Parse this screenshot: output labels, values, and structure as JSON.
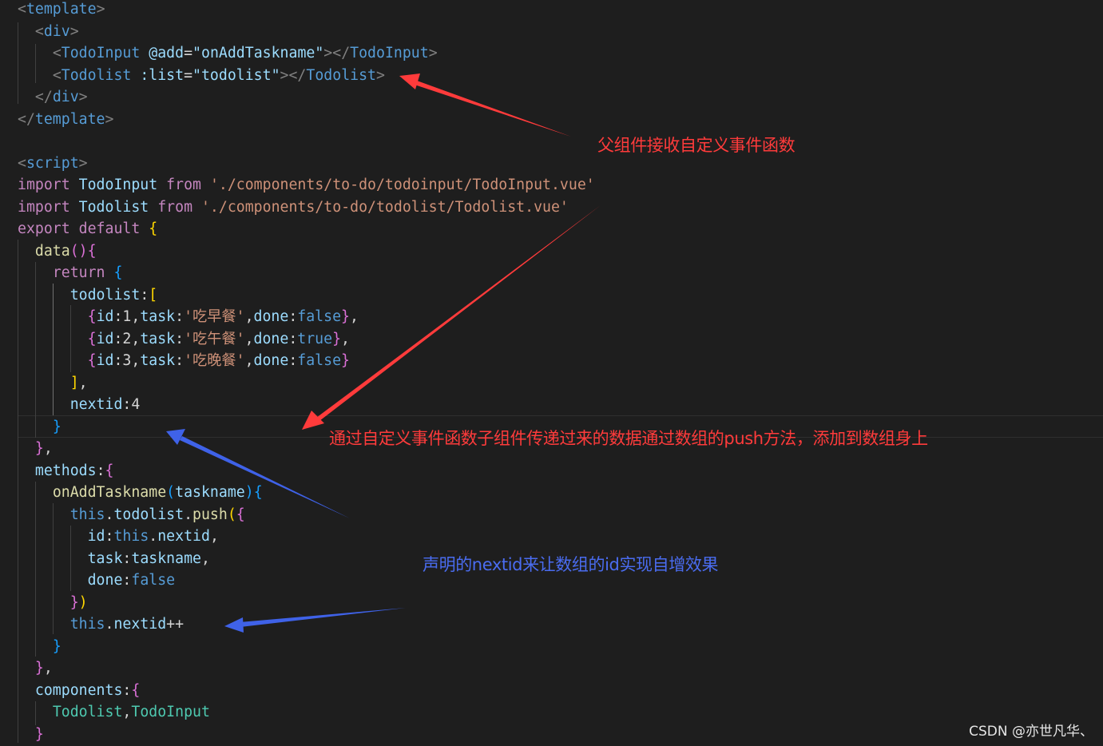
{
  "colors": {
    "tag_bracket": "#808080",
    "tag_name": "#569cd6",
    "attribute": "#9cdcfe",
    "string": "#ce9178",
    "keyword": "#c586c0",
    "identifier": "#9cdcfe",
    "function": "#dcdcaa",
    "component": "#4ec9b0",
    "boolean": "#569cd6",
    "number": "#b5cea8",
    "bracket_gold": "#ffd700",
    "bracket_pink": "#da70d6",
    "bracket_blue": "#179fff",
    "annotation_red": "#ff3b3b",
    "annotation_blue": "#4a6cf0"
  },
  "code_lines": [
    [
      [
        "<",
        "p"
      ],
      [
        "template",
        "t"
      ],
      [
        ">",
        "p"
      ]
    ],
    [
      [
        "  ",
        ""
      ],
      [
        "<",
        "p"
      ],
      [
        "div",
        "t"
      ],
      [
        ">",
        "p"
      ]
    ],
    [
      [
        "    ",
        ""
      ],
      [
        "<",
        "p"
      ],
      [
        "TodoInput",
        "t"
      ],
      [
        " ",
        ""
      ],
      [
        "@add",
        "a"
      ],
      [
        "=",
        "w"
      ],
      [
        "\"onAddTaskname\"",
        "a"
      ],
      [
        "></",
        "p"
      ],
      [
        "TodoInput",
        "t"
      ],
      [
        ">",
        "p"
      ]
    ],
    [
      [
        "    ",
        ""
      ],
      [
        "<",
        "p"
      ],
      [
        "Todolist",
        "t"
      ],
      [
        " ",
        ""
      ],
      [
        ":list",
        "a"
      ],
      [
        "=",
        "w"
      ],
      [
        "\"todolist\"",
        "a"
      ],
      [
        "></",
        "p"
      ],
      [
        "Todolist",
        "t"
      ],
      [
        ">",
        "p"
      ]
    ],
    [
      [
        "  ",
        ""
      ],
      [
        "</",
        "p"
      ],
      [
        "div",
        "t"
      ],
      [
        ">",
        "p"
      ]
    ],
    [
      [
        "</",
        "p"
      ],
      [
        "template",
        "t"
      ],
      [
        ">",
        "p"
      ]
    ],
    [],
    [
      [
        "<",
        "p"
      ],
      [
        "script",
        "t"
      ],
      [
        ">",
        "p"
      ]
    ],
    [
      [
        "import",
        "k"
      ],
      [
        " ",
        ""
      ],
      [
        "TodoInput",
        "i"
      ],
      [
        " ",
        ""
      ],
      [
        "from",
        "k"
      ],
      [
        " ",
        ""
      ],
      [
        "'./components/to-do/todoinput/TodoInput.vue'",
        "s"
      ]
    ],
    [
      [
        "import",
        "k"
      ],
      [
        " ",
        ""
      ],
      [
        "Todolist",
        "i"
      ],
      [
        " ",
        ""
      ],
      [
        "from",
        "k"
      ],
      [
        " ",
        ""
      ],
      [
        "'./components/to-do/todolist/Todolist.vue'",
        "s"
      ]
    ],
    [
      [
        "export",
        "k"
      ],
      [
        " ",
        ""
      ],
      [
        "default",
        "k"
      ],
      [
        " ",
        ""
      ],
      [
        "{",
        "b1"
      ]
    ],
    [
      [
        "  ",
        ""
      ],
      [
        "data",
        "f"
      ],
      [
        "()",
        "b2"
      ],
      [
        "{",
        "b2"
      ]
    ],
    [
      [
        "    ",
        ""
      ],
      [
        "return",
        "k"
      ],
      [
        " ",
        ""
      ],
      [
        "{",
        "b3"
      ]
    ],
    [
      [
        "      ",
        ""
      ],
      [
        "todolist",
        "i"
      ],
      [
        ":",
        "w"
      ],
      [
        "[",
        "b1"
      ]
    ],
    [
      [
        "        ",
        ""
      ],
      [
        "{",
        "b2"
      ],
      [
        "id",
        "i"
      ],
      [
        ":1,",
        "w"
      ],
      [
        "task",
        "i"
      ],
      [
        ":",
        "w"
      ],
      [
        "'吃早餐'",
        "s"
      ],
      [
        ",",
        "w"
      ],
      [
        "done",
        "i"
      ],
      [
        ":",
        "w"
      ],
      [
        "false",
        "bo"
      ],
      [
        "}",
        "b2"
      ],
      [
        ",",
        "w"
      ]
    ],
    [
      [
        "        ",
        ""
      ],
      [
        "{",
        "b2"
      ],
      [
        "id",
        "i"
      ],
      [
        ":2,",
        "w"
      ],
      [
        "task",
        "i"
      ],
      [
        ":",
        "w"
      ],
      [
        "'吃午餐'",
        "s"
      ],
      [
        ",",
        "w"
      ],
      [
        "done",
        "i"
      ],
      [
        ":",
        "w"
      ],
      [
        "true",
        "bo"
      ],
      [
        "}",
        "b2"
      ],
      [
        ",",
        "w"
      ]
    ],
    [
      [
        "        ",
        ""
      ],
      [
        "{",
        "b2"
      ],
      [
        "id",
        "i"
      ],
      [
        ":3,",
        "w"
      ],
      [
        "task",
        "i"
      ],
      [
        ":",
        "w"
      ],
      [
        "'吃晚餐'",
        "s"
      ],
      [
        ",",
        "w"
      ],
      [
        "done",
        "i"
      ],
      [
        ":",
        "w"
      ],
      [
        "false",
        "bo"
      ],
      [
        "}",
        "b2"
      ]
    ],
    [
      [
        "      ",
        ""
      ],
      [
        "]",
        "b1"
      ],
      [
        ",",
        "w"
      ]
    ],
    [
      [
        "      ",
        ""
      ],
      [
        "nextid",
        "i"
      ],
      [
        ":4",
        "w"
      ]
    ],
    [
      [
        "    ",
        ""
      ],
      [
        "}",
        "b3"
      ]
    ],
    [
      [
        "  ",
        ""
      ],
      [
        "}",
        "b2"
      ],
      [
        ",",
        "w"
      ]
    ],
    [
      [
        "  ",
        ""
      ],
      [
        "methods",
        "i"
      ],
      [
        ":",
        "w"
      ],
      [
        "{",
        "b2"
      ]
    ],
    [
      [
        "    ",
        ""
      ],
      [
        "onAddTaskname",
        "f"
      ],
      [
        "(",
        "b3"
      ],
      [
        "taskname",
        "i"
      ],
      [
        ")",
        "b3"
      ],
      [
        "{",
        "b3"
      ]
    ],
    [
      [
        "      ",
        ""
      ],
      [
        "this",
        "bo"
      ],
      [
        ".",
        "w"
      ],
      [
        "todolist",
        "i"
      ],
      [
        ".",
        "w"
      ],
      [
        "push",
        "f"
      ],
      [
        "(",
        "b1"
      ],
      [
        "{",
        "b2"
      ]
    ],
    [
      [
        "        ",
        ""
      ],
      [
        "id",
        "i"
      ],
      [
        ":",
        "w"
      ],
      [
        "this",
        "bo"
      ],
      [
        ".",
        "w"
      ],
      [
        "nextid",
        "i"
      ],
      [
        ",",
        "w"
      ]
    ],
    [
      [
        "        ",
        ""
      ],
      [
        "task",
        "i"
      ],
      [
        ":",
        "w"
      ],
      [
        "taskname",
        "i"
      ],
      [
        ",",
        "w"
      ]
    ],
    [
      [
        "        ",
        ""
      ],
      [
        "done",
        "i"
      ],
      [
        ":",
        "w"
      ],
      [
        "false",
        "bo"
      ]
    ],
    [
      [
        "      ",
        ""
      ],
      [
        "}",
        "b2"
      ],
      [
        ")",
        "b1"
      ]
    ],
    [
      [
        "      ",
        ""
      ],
      [
        "this",
        "bo"
      ],
      [
        ".",
        "w"
      ],
      [
        "nextid",
        "i"
      ],
      [
        "++",
        "w"
      ]
    ],
    [
      [
        "    ",
        ""
      ],
      [
        "}",
        "b3"
      ]
    ],
    [
      [
        "  ",
        ""
      ],
      [
        "}",
        "b2"
      ],
      [
        ",",
        "w"
      ]
    ],
    [
      [
        "  ",
        ""
      ],
      [
        "components",
        "i"
      ],
      [
        ":",
        "w"
      ],
      [
        "{",
        "b2"
      ]
    ],
    [
      [
        "    ",
        ""
      ],
      [
        "Todolist",
        "c"
      ],
      [
        ",",
        "w"
      ],
      [
        "TodoInput",
        "c"
      ]
    ],
    [
      [
        "  ",
        ""
      ],
      [
        "}",
        "b2"
      ]
    ]
  ],
  "annotations": {
    "parent_receive": "父组件接收自定义事件函数",
    "push_data": "通过自定义事件函数子组件传递过来的数据通过数组的push方法，添加到数组身上",
    "nextid_note": "声明的nextid来让数组的id实现自增效果"
  },
  "watermark": "CSDN @亦世凡华、"
}
